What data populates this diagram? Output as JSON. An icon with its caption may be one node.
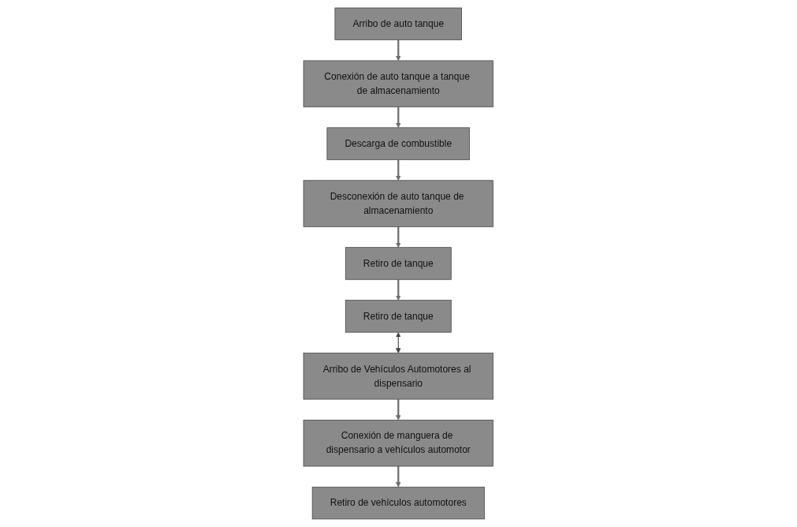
{
  "diagram": {
    "nodes": [
      {
        "text": [
          "Arribo de auto tanque"
        ]
      },
      {
        "text": [
          "Conexión de auto tanque a tanque de almacenamiento"
        ]
      },
      {
        "text": [
          "Descarga de combustible"
        ]
      },
      {
        "text": [
          "Desconexión de auto tanque de almacenamiento"
        ]
      },
      {
        "text": [
          "Retiro de tanque"
        ]
      },
      {
        "text": [
          "Retiro de tanque"
        ]
      },
      {
        "text": [
          "Arribo de Vehículos Automotores al dispensario"
        ]
      },
      {
        "text": [
          "Conexión de manguera de dispensario a vehículos automotor"
        ]
      },
      {
        "text": [
          "Retiro de vehículos automotores"
        ]
      }
    ],
    "edges": [
      {
        "from": 0,
        "to": 1,
        "arrow": "to"
      },
      {
        "from": 1,
        "to": 2,
        "arrow": "to"
      },
      {
        "from": 2,
        "to": 3,
        "arrow": "to"
      },
      {
        "from": 3,
        "to": 4,
        "arrow": "to"
      },
      {
        "from": 4,
        "to": 5,
        "arrow": "to"
      },
      {
        "from": 5,
        "to": 6,
        "arrow": "both",
        "color": "#444444"
      },
      {
        "from": 6,
        "to": 7,
        "arrow": "to"
      },
      {
        "from": 7,
        "to": 8,
        "arrow": "to"
      }
    ]
  }
}
